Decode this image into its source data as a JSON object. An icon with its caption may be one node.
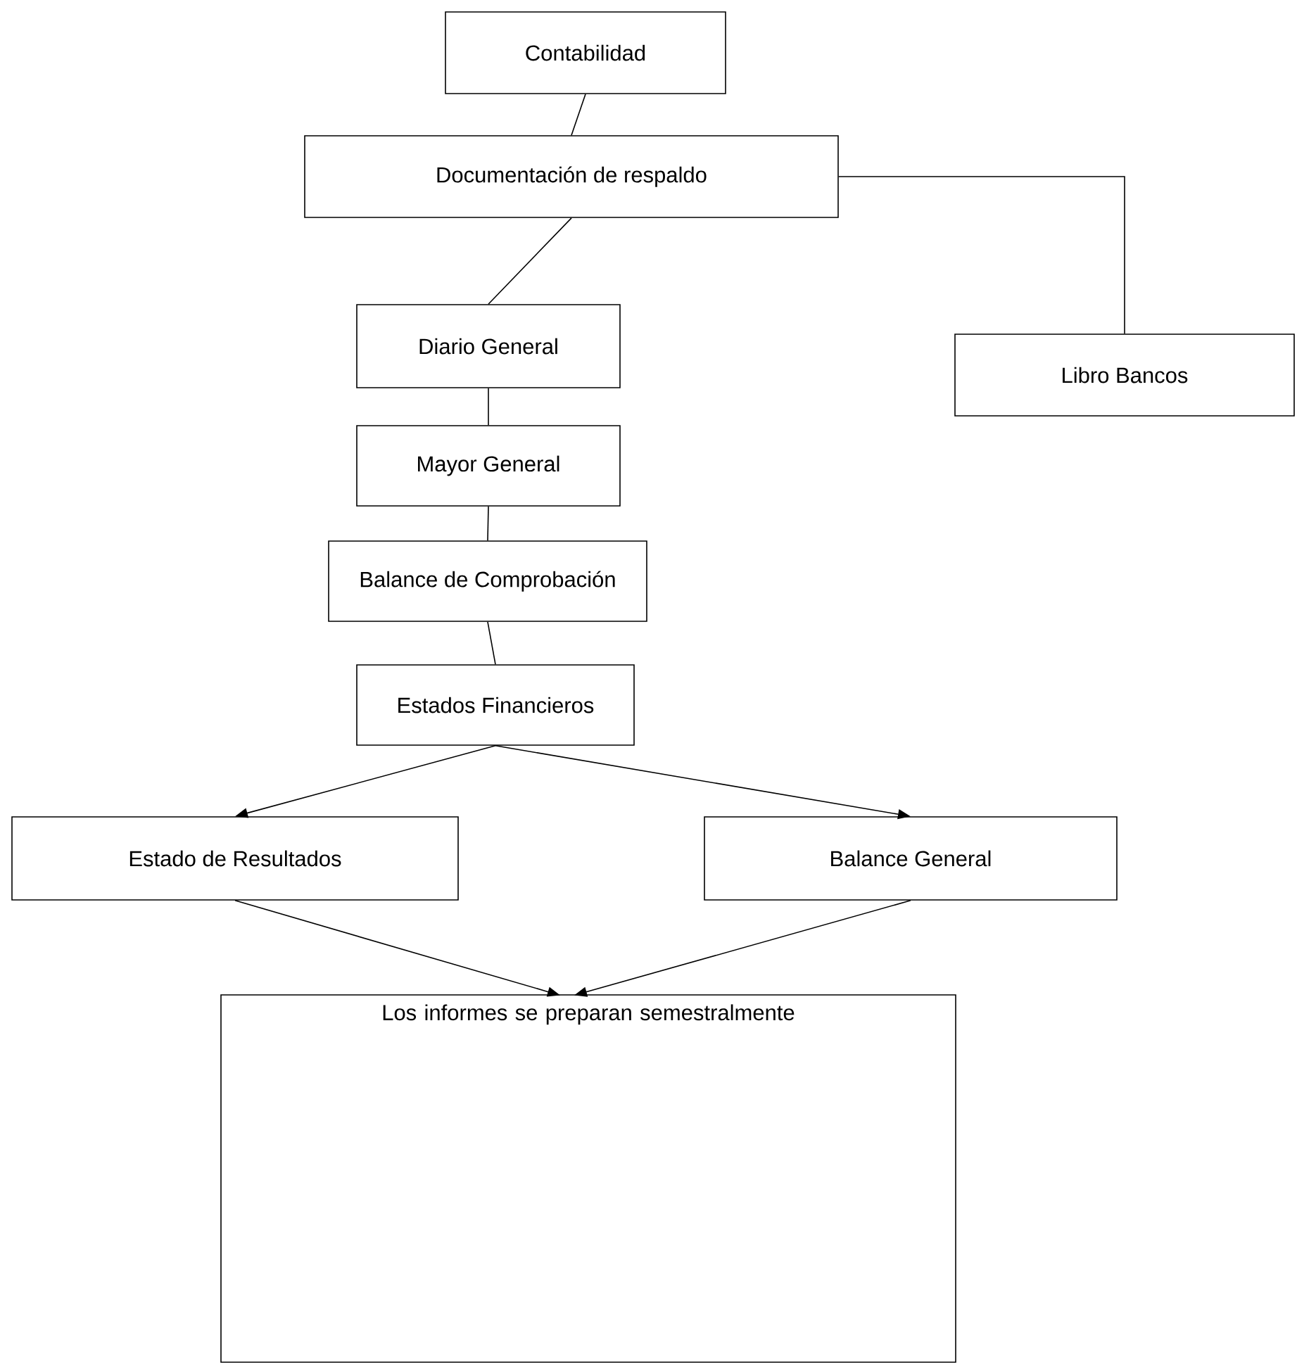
{
  "diagram": {
    "nodes": [
      {
        "text": [
          "Contabilidad"
        ]
      },
      {
        "text": [
          "Documentación de respaldo"
        ]
      },
      {
        "text": [
          "Libro Bancos"
        ]
      },
      {
        "text": [
          "Diario General"
        ]
      },
      {
        "text": [
          "Mayor General"
        ]
      },
      {
        "text": [
          "Balance de Comprobación"
        ]
      },
      {
        "text": [
          "Estados Financieros"
        ]
      },
      {
        "text": [
          "Estado de Resultados"
        ]
      },
      {
        "text": [
          "Balance General"
        ]
      },
      {
        "text": [
          "Los informes se preparan semestralmente"
        ]
      }
    ],
    "edges": [
      {
        "from": 0,
        "to": 1,
        "arrow": "none"
      },
      {
        "from": 1,
        "to": 2,
        "arrow": "none"
      },
      {
        "from": 1,
        "to": 3,
        "arrow": "none"
      },
      {
        "from": 3,
        "to": 4,
        "arrow": "none"
      },
      {
        "from": 4,
        "to": 5,
        "arrow": "none"
      },
      {
        "from": 5,
        "to": 6,
        "arrow": "none"
      },
      {
        "from": 6,
        "to": 7,
        "arrow": "to"
      },
      {
        "from": 6,
        "to": 8,
        "arrow": "to"
      },
      {
        "from": 7,
        "to": 9,
        "arrow": "to"
      },
      {
        "from": 8,
        "to": 9,
        "arrow": "to"
      }
    ]
  }
}
